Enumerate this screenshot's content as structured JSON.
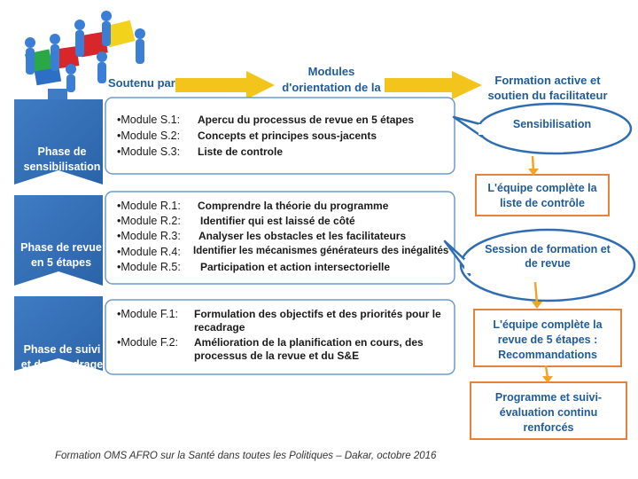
{
  "header": {
    "soutenu_par": "Soutenu par",
    "modules_title": "Modules d'orientation de la formation",
    "formation_active": "Formation active et soutien du facilitateur"
  },
  "phases": [
    {
      "title": "Phase de sensibilisation",
      "modules": [
        {
          "label": "Module S.1:",
          "desc": "Apercu du processus de revue en 5 étapes"
        },
        {
          "label": "Module S.2:",
          "desc": "Concepts et principes sous-jacents"
        },
        {
          "label": "Module S.3:",
          "desc": "Liste de controle"
        }
      ]
    },
    {
      "title": "Phase de revue en 5 étapes",
      "modules": [
        {
          "label": "Module R.1:",
          "desc": "Comprendre la théorie du programme"
        },
        {
          "label": "Module R.2:",
          "desc": "Identifier qui est laissé de côté"
        },
        {
          "label": "Module R.3:",
          "desc": "Analyser les obstacles et les facilitateurs"
        },
        {
          "label": "Module R.4:",
          "desc": "Identifier les mécanismes générateurs des inégalités"
        },
        {
          "label": "Module R.5:",
          "desc": "Participation et action intersectorielle"
        }
      ]
    },
    {
      "title": "Phase de suivi et de recadrage",
      "modules": [
        {
          "label": "Module F.1:",
          "desc": "Formulation des objectifs et des priorités pour le recadrage"
        },
        {
          "label": "Module F.2:",
          "desc": "Amélioration de la planification en cours, des processus de la revue et du S&E"
        }
      ]
    }
  ],
  "right": {
    "cloud1": "Sensibilisation",
    "box1": "L'équipe complète la liste de contrôle",
    "cloud2": "Session de formation et de revue",
    "box2": "L'équipe complète la revue de 5 étapes : Recommandations",
    "box3": "Programme et suivi-évaluation continu renforcés"
  },
  "footer": "Formation OMS AFRO sur la Santé dans toutes les Politiques – Dakar, octobre 2016",
  "colors": {
    "blue_dark": "#2f6db3",
    "blue_text": "#1f5c99",
    "yellow_arrow": "#f2c41c",
    "orange_border": "#e8823a"
  }
}
